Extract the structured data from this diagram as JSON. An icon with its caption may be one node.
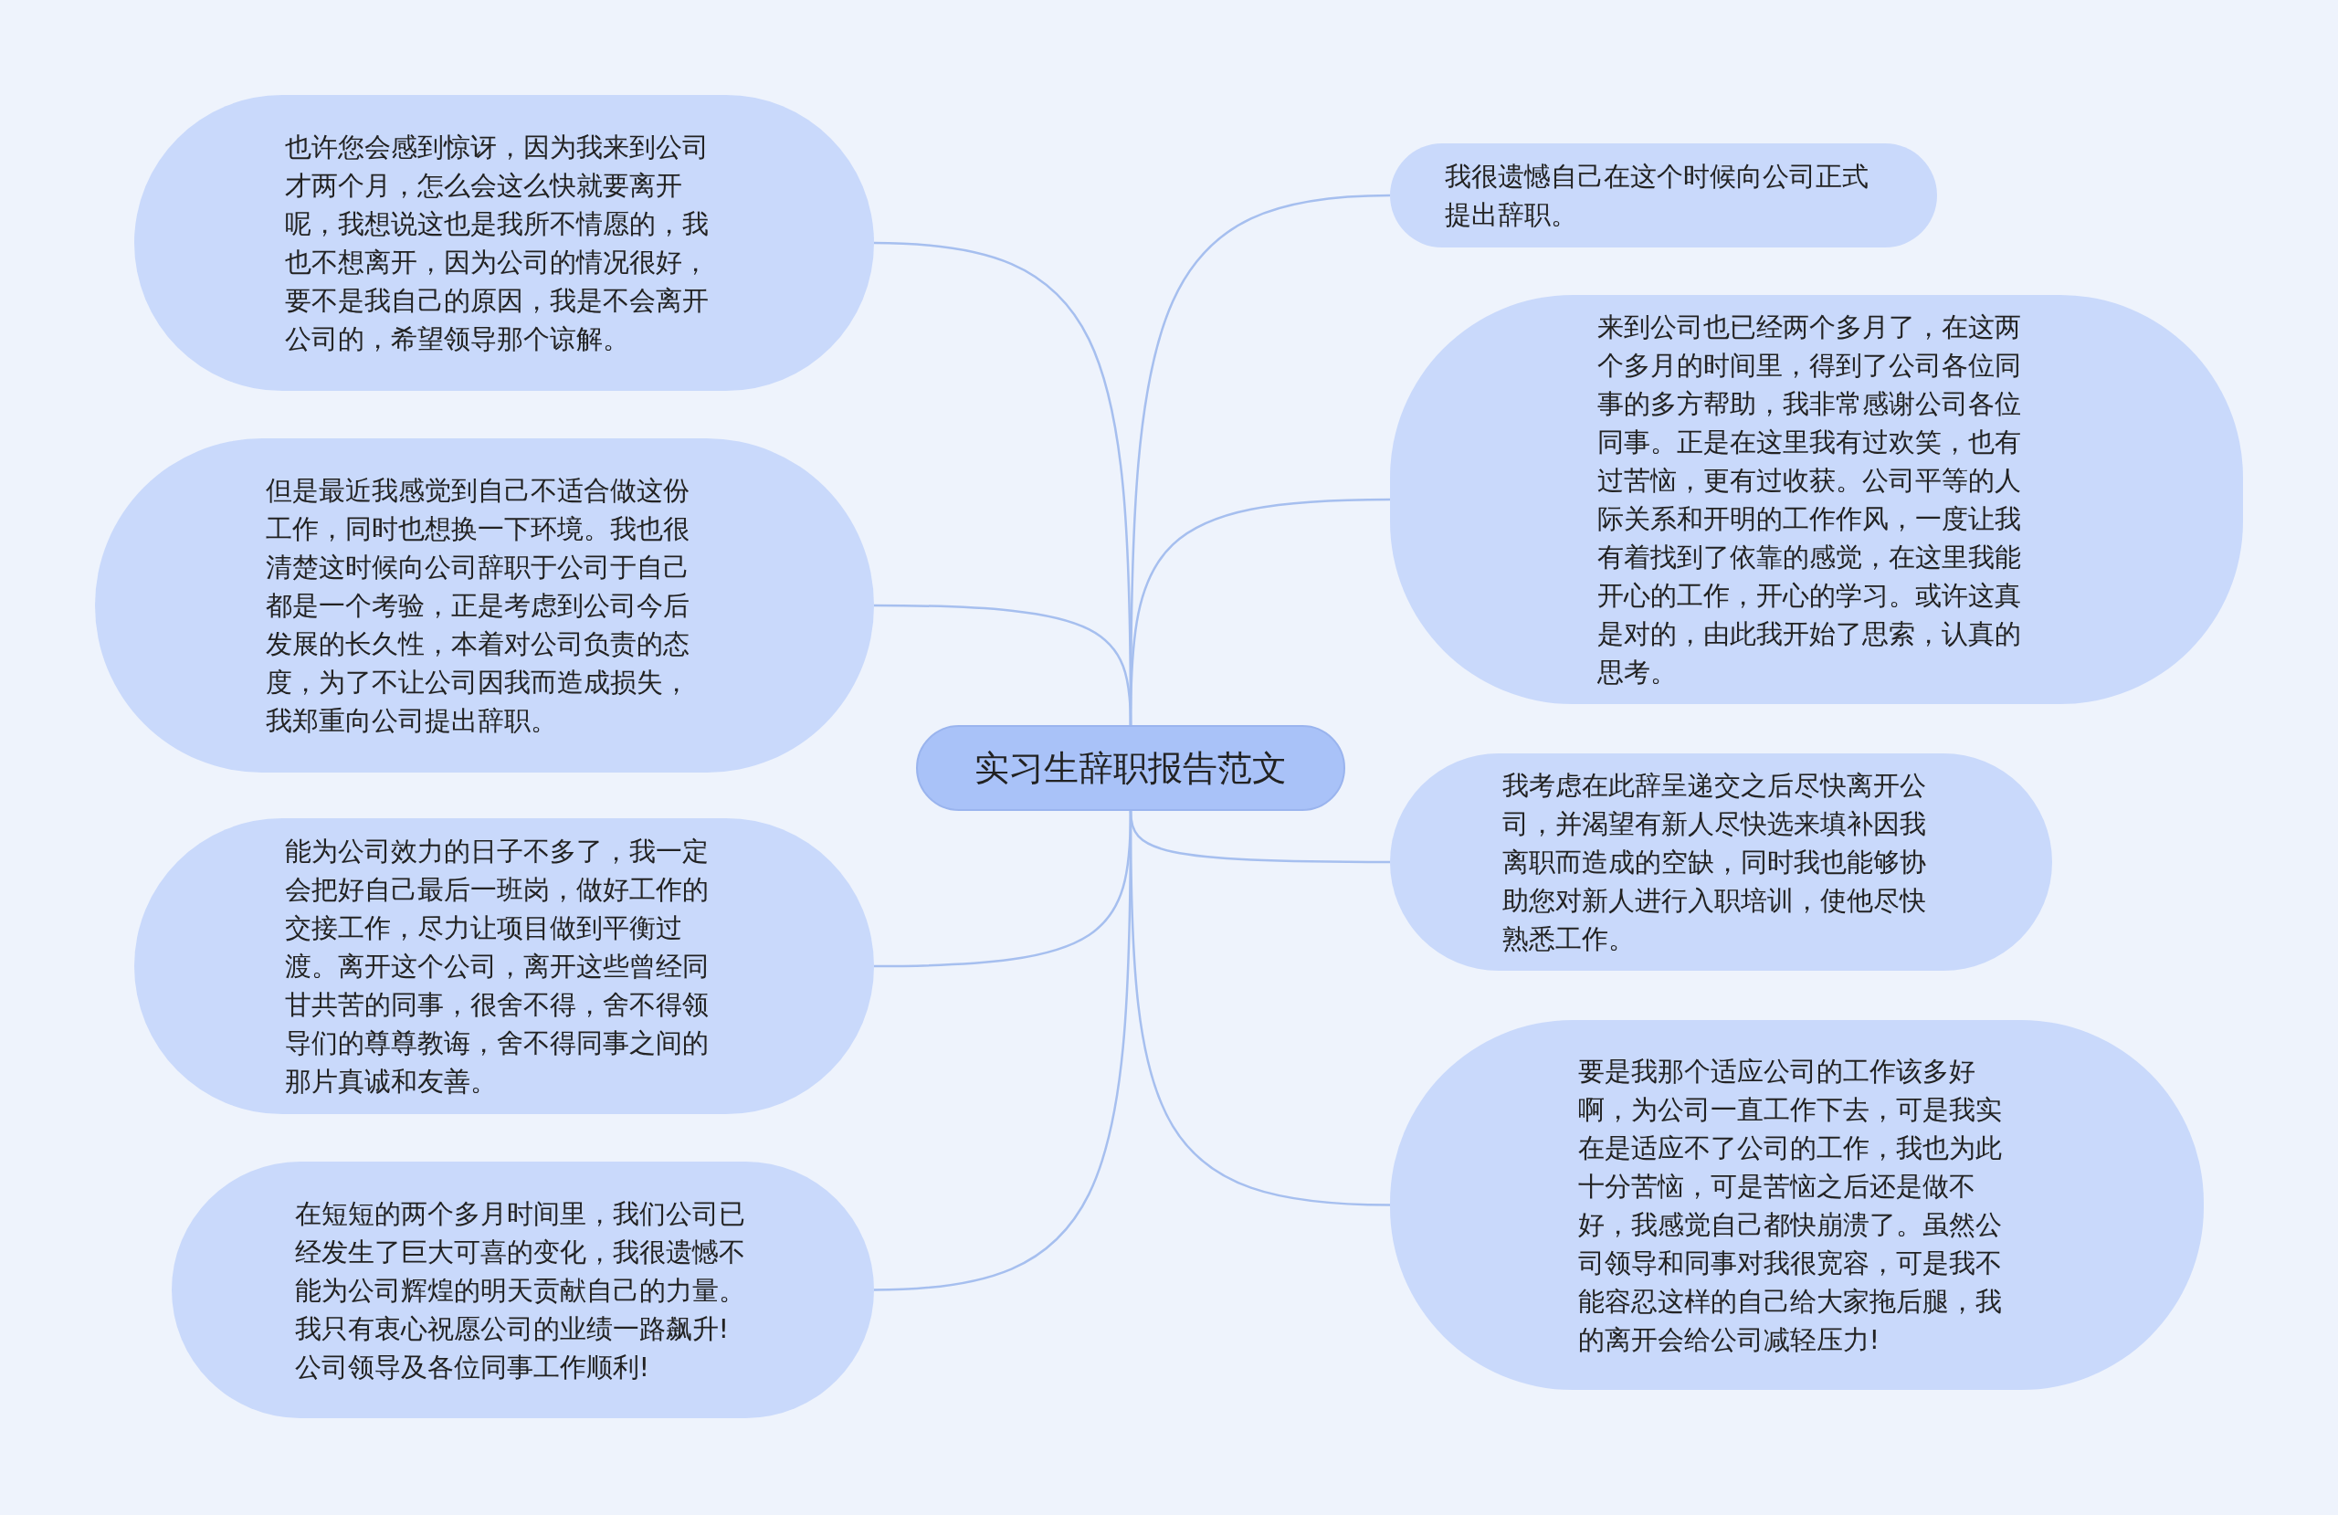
{
  "diagram": {
    "nodes": [
      {
        "text": [
          "实习生辞职报告范文"
        ]
      },
      {
        "text": [
          "也许您会感到惊讶，因为我来到公司才两个月，怎么会这么快就要离开呢，我想说这也是我所不情愿的，我也不想离开，因为公司的情况很好，要不是我自己的原因，我是不会离开公司的，希望领导那个谅解。"
        ]
      },
      {
        "text": [
          "但是最近我感觉到自己不适合做这份工作，同时也想换一下环境。我也很清楚这时候向公司辞职于公司于自己都是一个考验，正是考虑到公司今后发展的长久性，本着对公司负责的态度，为了不让公司因我而造成损失，我郑重向公司提出辞职。"
        ]
      },
      {
        "text": [
          "能为公司效力的日子不多了，我一定会把好自己最后一班岗，做好工作的交接工作，尽力让项目做到平衡过渡。离开这个公司，离开这些曾经同甘共苦的同事，很舍不得，舍不得领导们的尊尊教诲，舍不得同事之间的那片真诚和友善。"
        ]
      },
      {
        "text": [
          "在短短的两个多月时间里，我们公司已经发生了巨大可喜的变化，我很遗憾不能为公司辉煌的明天贡献自己的力量。我只有衷心祝愿公司的业绩一路飙升!公司领导及各位同事工作顺利!"
        ]
      },
      {
        "text": [
          "我很遗憾自己在这个时候向公司正式提出辞职。"
        ]
      },
      {
        "text": [
          "来到公司也已经两个多月了，在这两个多月的时间里，得到了公司各位同事的多方帮助，我非常感谢公司各位同事。正是在这里我有过欢笑，也有过苦恼，更有过收获。公司平等的人际关系和开明的工作作风，一度让我有着找到了依靠的感觉，在这里我能开心的工作，开心的学习。或许这真是对的，由此我开始了思索，认真的思考。"
        ]
      },
      {
        "text": [
          "我考虑在此辞呈递交之后尽快离开公司，并渴望有新人尽快选来填补因我离职而造成的空缺，同时我也能够协助您对新人进行入职培训，使他尽快熟悉工作。"
        ]
      },
      {
        "text": [
          "要是我那个适应公司的工作该多好啊，为公司一直工作下去，可是我实在是适应不了公司的工作，我也为此十分苦恼，可是苦恼之后还是做不好，我感觉自己都快崩溃了。虽然公司领导和同事对我很宽容，可是我不能容忍这样的自己给大家拖后腿，我的离开会给公司减轻压力!"
        ]
      }
    ],
    "edges": [
      {
        "from": 0,
        "to": 1,
        "arrow": "none"
      },
      {
        "from": 0,
        "to": 2,
        "arrow": "none"
      },
      {
        "from": 0,
        "to": 3,
        "arrow": "none"
      },
      {
        "from": 0,
        "to": 4,
        "arrow": "none"
      },
      {
        "from": 0,
        "to": 5,
        "arrow": "none"
      },
      {
        "from": 0,
        "to": 6,
        "arrow": "none"
      },
      {
        "from": 0,
        "to": 7,
        "arrow": "none"
      },
      {
        "from": 0,
        "to": 8,
        "arrow": "none"
      }
    ]
  }
}
